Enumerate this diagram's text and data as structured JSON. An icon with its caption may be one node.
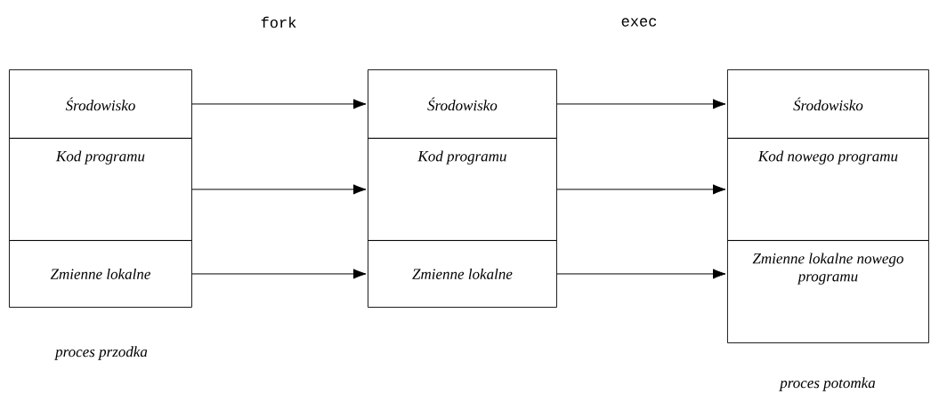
{
  "diagram": {
    "nodes": [
      {
        "text": [
          "Środowisko"
        ]
      },
      {
        "text": [
          "Kod programu"
        ]
      },
      {
        "text": [
          "Zmienne lokalne"
        ]
      },
      {
        "text": [
          "Środowisko"
        ]
      },
      {
        "text": [
          "Kod programu"
        ]
      },
      {
        "text": [
          "Zmienne lokalne"
        ]
      },
      {
        "text": [
          "Środowisko"
        ]
      },
      {
        "text": [
          "Kod nowego programu"
        ]
      },
      {
        "text": [
          "Zmienne lokalne nowego programu"
        ]
      }
    ],
    "edges": [
      {
        "from": 0,
        "to": 3,
        "arrow": "to"
      },
      {
        "from": 1,
        "to": 4,
        "arrow": "to"
      },
      {
        "from": 2,
        "to": 5,
        "arrow": "to"
      },
      {
        "from": 3,
        "to": 6,
        "arrow": "to"
      },
      {
        "from": 4,
        "to": 7,
        "arrow": "to"
      },
      {
        "from": 5,
        "to": 8,
        "arrow": "to"
      }
    ],
    "labels": [
      "fork",
      "exec",
      "proces przodka",
      "proces potomka"
    ]
  }
}
